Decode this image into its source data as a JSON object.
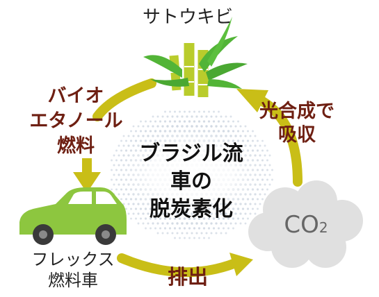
{
  "diagram": {
    "nodes": {
      "sugarcane": {
        "label": "サトウキビ",
        "icon": "sugarcane-icon"
      },
      "car": {
        "label_line1": "フレックス",
        "label_line2": "燃料車",
        "icon": "car-icon"
      },
      "co2": {
        "label_main": "CO",
        "label_sub": "2",
        "icon": "cloud-icon"
      }
    },
    "edges": {
      "bio_ethanol": {
        "line1": "バイオ",
        "line2": "エタノール",
        "line3": "燃料"
      },
      "emission": {
        "label": "排出"
      },
      "photosynthesis": {
        "line1": "光合成で",
        "line2": "吸収"
      }
    },
    "center": {
      "line1": "ブラジル流",
      "line2": "車の",
      "line3": "脱炭素化"
    },
    "colors": {
      "arrow": "#c9be17",
      "label_dark": "#6e1f12",
      "leaf": "#52b437",
      "stalk": "#b9cc2c",
      "car": "#8dc63f",
      "cloud": "#e0e0e0",
      "co2_text": "#666666",
      "center_dots": "#9fb0c4"
    }
  }
}
